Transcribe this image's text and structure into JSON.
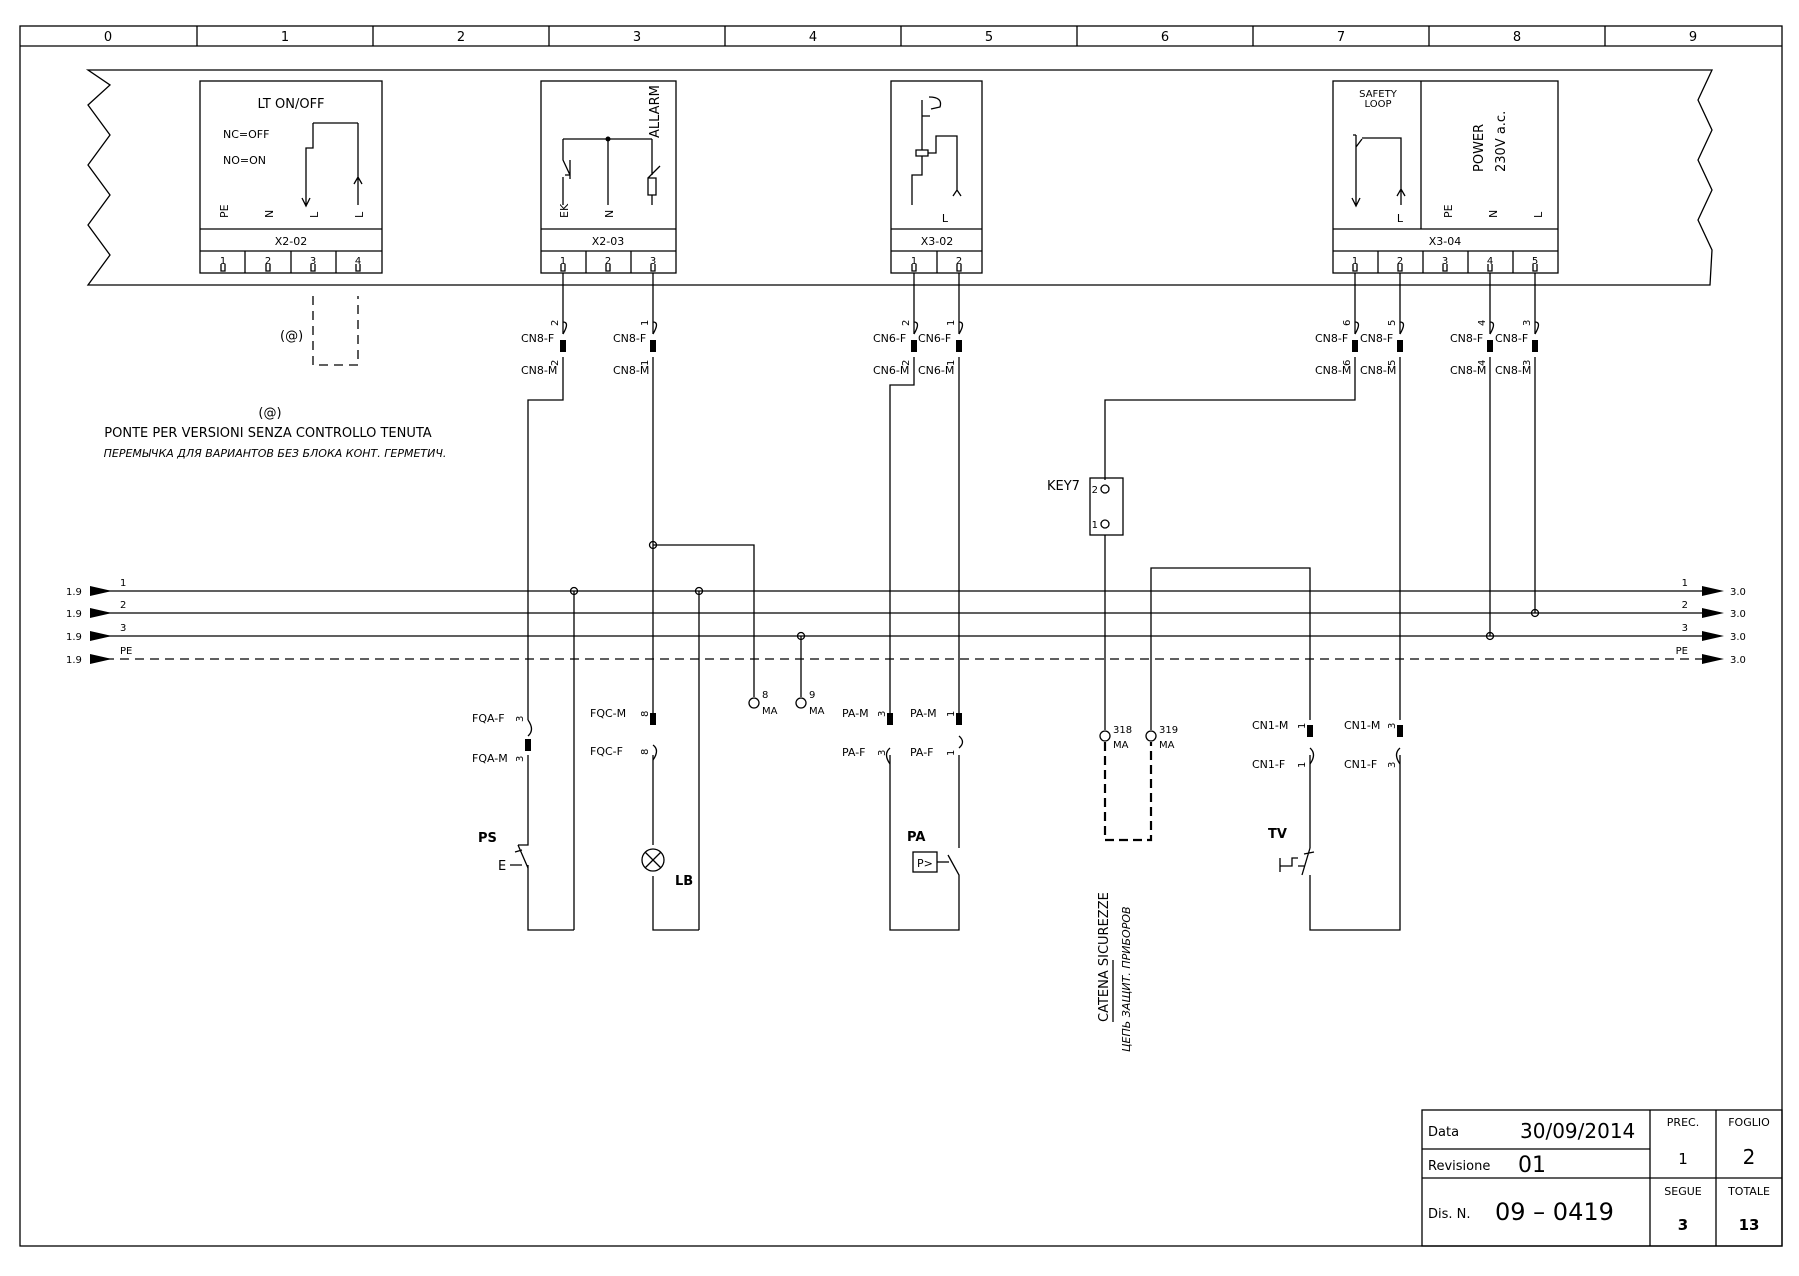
{
  "column_numbers": [
    "0",
    "1",
    "2",
    "3",
    "4",
    "5",
    "6",
    "7",
    "8",
    "9"
  ],
  "modules": {
    "lt": {
      "title": "LT ON/OFF",
      "nc": "NC=OFF",
      "no": "NO=ON",
      "terms": [
        "PE",
        "N",
        "L",
        "L"
      ],
      "connector": "X2-02",
      "pins": [
        "1",
        "2",
        "3",
        "4"
      ]
    },
    "alarm": {
      "title": "ALLARM",
      "terms": [
        "EK",
        "N"
      ],
      "connector": "X2-03",
      "pins": [
        "1",
        "2",
        "3"
      ]
    },
    "x3_02": {
      "term": "L",
      "connector": "X3-02",
      "pins": [
        "1",
        "2"
      ]
    },
    "safety": {
      "title_line1": "SAFETY",
      "title_line2": "LOOP",
      "term": "L",
      "connector": "X3-04",
      "pins": [
        "1",
        "2",
        "3",
        "4",
        "5"
      ]
    },
    "power": {
      "line1": "POWER",
      "line2": "230V a.c.",
      "terms": [
        "PE",
        "N",
        "L"
      ]
    }
  },
  "bridge": {
    "symbol": "(@)",
    "note_it": "PONTE PER VERSIONI SENZA CONTROLLO TENUTA",
    "note_ru": "ПЕРЕМЫЧКА ДЛЯ ВАРИАНТОВ БЕЗ БЛОКА КОНТ. ГЕРМЕТИЧ."
  },
  "connectors": {
    "cn8f": "CN8-F",
    "cn8m": "CN8-M",
    "cn6f": "CN6-F",
    "cn6m": "CN6-M",
    "fqaf": "FQA-F",
    "fqam": "FQA-M",
    "fqcm": "FQC-M",
    "fqcf": "FQC-F",
    "pam": "PA-M",
    "paf": "PA-F",
    "cn1m": "CN1-M",
    "cn1f": "CN1-F",
    "pin1": "1",
    "pin2": "2",
    "pin3": "3",
    "pin4": "4",
    "pin5": "5",
    "pin6": "6",
    "pin8": "8"
  },
  "bus": {
    "left_ref": "1.9",
    "right_ref": "3.0",
    "lines": [
      "1",
      "2",
      "3",
      "PE"
    ]
  },
  "terminals": {
    "t8": "8",
    "t9": "9",
    "t318": "318",
    "t319": "319",
    "ma": "MA"
  },
  "key": {
    "label": "KEY7",
    "p1": "1",
    "p2": "2"
  },
  "devices": {
    "ps": "PS",
    "ps_sym": "E",
    "lb": "LB",
    "pa": "PA",
    "pa_sym": "P>",
    "tv": "TV"
  },
  "safety_chain": {
    "it": "CATENA SICUREZZE",
    "ru": "ЦЕПЬ ЗАЩИТ. ПРИБОРОВ"
  },
  "title_block": {
    "data_label": "Data",
    "data_value": "30/09/2014",
    "rev_label": "Revisione",
    "rev_value": "01",
    "dis_label": "Dis. N.",
    "dis_value": "09 – 0419",
    "prec_label": "PREC.",
    "prec_value": "1",
    "foglio_label": "FOGLIO",
    "foglio_value": "2",
    "segue_label": "SEGUE",
    "segue_value": "3",
    "totale_label": "TOTALE",
    "totale_value": "13"
  }
}
